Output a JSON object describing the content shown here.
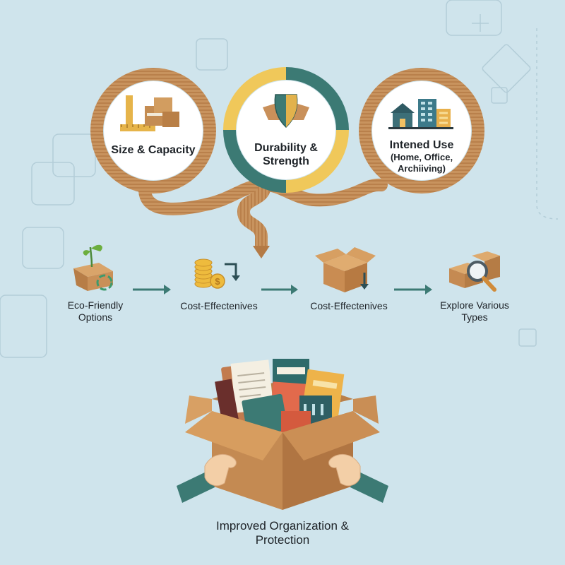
{
  "circles": [
    {
      "label": "Size & Capacity",
      "icon": "ruler-boxes-icon"
    },
    {
      "label": "Durability & Strength",
      "icon": "shield-box-icon"
    },
    {
      "label": "Intened Use",
      "sublabel": "(Home, Office, Archiiving)",
      "icon": "buildings-icon"
    }
  ],
  "steps": [
    {
      "label": "Eco-Friendly Options",
      "icon": "plant-box-recycle-icon"
    },
    {
      "label": "Cost-Effectenives",
      "icon": "coins-dollar-icon"
    },
    {
      "label": "Cost-Effectenives",
      "icon": "open-box-arrow-icon"
    },
    {
      "label": "Explore Various Types",
      "icon": "boxes-magnifier-icon"
    }
  ],
  "final": {
    "label": "Improved Organization & Protection",
    "icon": "box-of-documents-icon"
  },
  "colors": {
    "background": "#cfe4ec",
    "cardboard": "#c8935e",
    "teal": "#3c7a74",
    "gold": "#f0c85a",
    "text": "#1e2328"
  }
}
